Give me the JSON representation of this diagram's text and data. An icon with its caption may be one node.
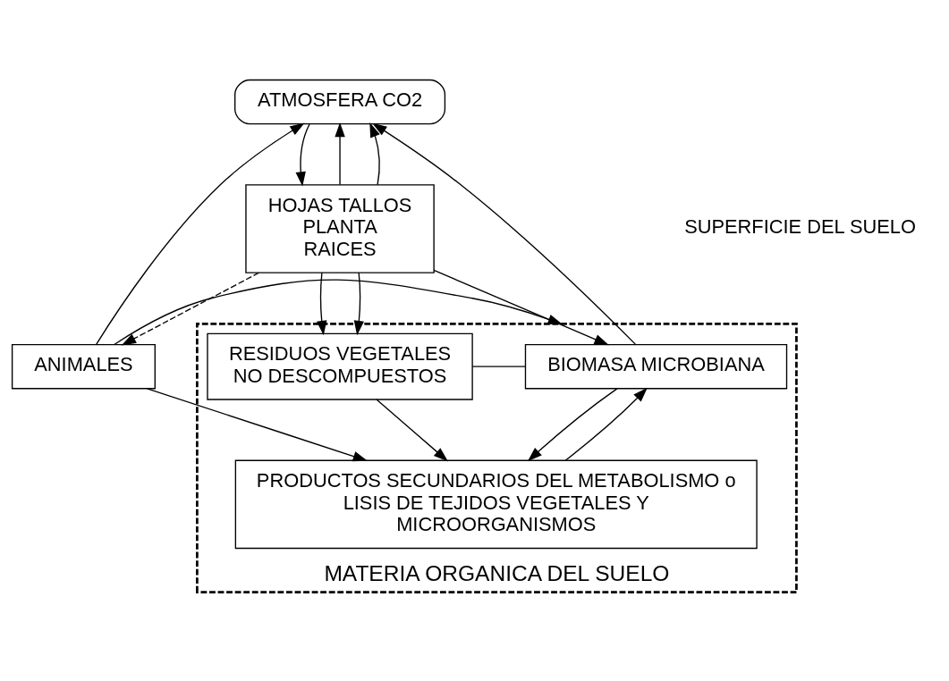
{
  "diagram": {
    "nodes": [
      {
        "text": [
          "ATMOSFERA CO2"
        ]
      },
      {
        "text": [
          "HOJAS TALLOS",
          "PLANTA",
          "RAICES"
        ]
      },
      {
        "text": [
          "ANIMALES"
        ]
      },
      {
        "text": [
          "MATERIA ORGANICA DEL SUELO"
        ]
      },
      {
        "text": [
          "BIOMASA MICROBIANA"
        ],
        "in": 3
      },
      {
        "text": [
          "RESIDUOS VEGETALES",
          "NO DESCOMPUESTOS"
        ],
        "in": 3
      },
      {
        "text": [
          "PRODUCTOS SECUNDARIOS DEL METABOLISMO o LISIS DE TEJIDOS VEGETALES Y MICROORGANISMOS"
        ],
        "in": 3
      }
    ],
    "edges": [
      {
        "from": 0,
        "to": 1,
        "arrow": "to"
      },
      {
        "from": 1,
        "to": 0,
        "arrow": "to"
      },
      {
        "from": 1,
        "to": 0,
        "arrow": "to"
      },
      {
        "from": 4,
        "to": 0,
        "arrow": "to"
      },
      {
        "from": 2,
        "to": 0,
        "arrow": "to"
      },
      {
        "from": 1,
        "to": 2,
        "arrow": "to",
        "style": "dashed"
      },
      {
        "from": 1,
        "to": 5,
        "arrow": "to"
      },
      {
        "from": 1,
        "to": 4,
        "arrow": "to"
      },
      {
        "from": 1,
        "to": 5,
        "arrow": "to"
      },
      {
        "from": 2,
        "to": 3,
        "arrow": "to"
      },
      {
        "from": 2,
        "to": 6,
        "arrow": "to"
      },
      {
        "from": 4,
        "to": 5,
        "arrow": "none"
      },
      {
        "from": 6,
        "to": 4,
        "arrow": "to"
      },
      {
        "from": 4,
        "to": 6,
        "arrow": "to"
      },
      {
        "from": 5,
        "to": 6,
        "arrow": "to"
      }
    ],
    "labels": [
      "SUPERFICIE DEL SUELO"
    ]
  }
}
